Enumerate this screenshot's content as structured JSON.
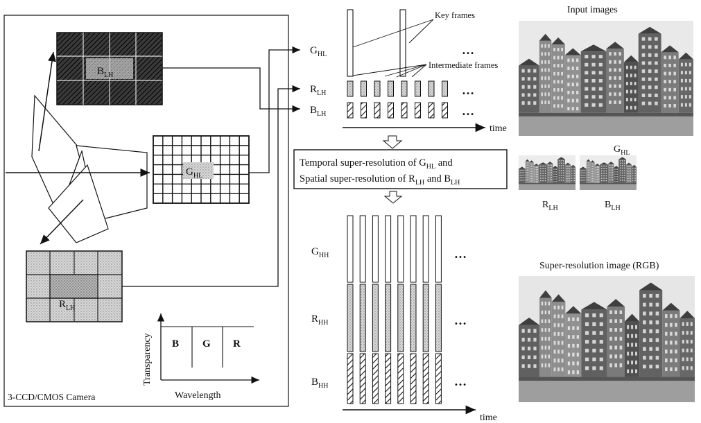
{
  "camera": {
    "label": "3-CCD/CMOS Camera",
    "sensors": {
      "b": "B",
      "g": "G",
      "r": "R",
      "sub": "LH",
      "g_sub": "HL"
    }
  },
  "spectrum": {
    "ylabel": "Transparency",
    "xlabel": "Wavelength",
    "bands": [
      "B",
      "G",
      "R"
    ]
  },
  "input_streams": {
    "rows": [
      {
        "base": "G",
        "sub": "HL"
      },
      {
        "base": "R",
        "sub": "LH"
      },
      {
        "base": "B",
        "sub": "LH"
      }
    ],
    "key_frames_label": "Key frames",
    "intermediate_label": "Intermediate frames",
    "time_label": "time",
    "ellipsis": "…"
  },
  "process_box": {
    "line1_prefix": "Temporal super-resolution of G",
    "line1_sub": "HL",
    "line1_suffix": " and",
    "line2_prefix": "Spatial super-resolution of R",
    "line2_sub1": "LH",
    "line2_mid": " and B",
    "line2_sub2": "LH"
  },
  "output_streams": {
    "rows": [
      {
        "base": "G",
        "sub": "HH"
      },
      {
        "base": "R",
        "sub": "HH"
      },
      {
        "base": "B",
        "sub": "HH"
      }
    ],
    "time_label": "time",
    "ellipsis": "…"
  },
  "right_panel": {
    "input_title": "Input images",
    "g_label": {
      "base": "G",
      "sub": "HL"
    },
    "r_label": {
      "base": "R",
      "sub": "LH"
    },
    "b_label": {
      "base": "B",
      "sub": "LH"
    },
    "output_title": "Super-resolution image (RGB)"
  },
  "colors": {
    "stroke": "#111111",
    "dot_fill": "#d6d6d6",
    "photo_sky": "#e9e9e9",
    "photo_building": "#6b6b6b",
    "photo_water": "#9a9a9a"
  }
}
